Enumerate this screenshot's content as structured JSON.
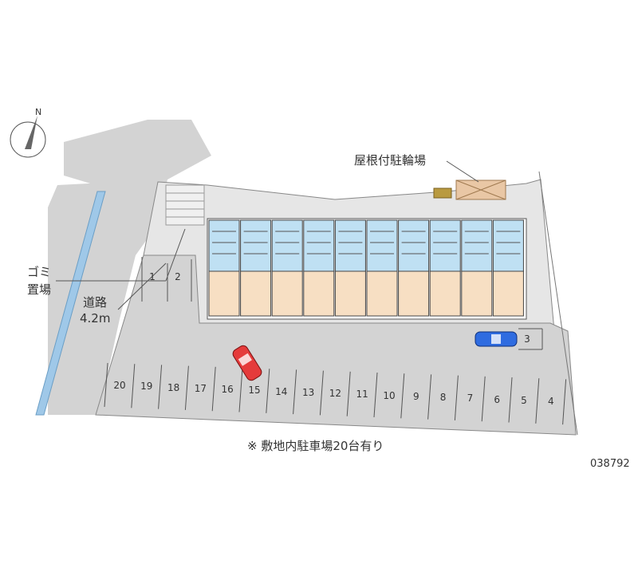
{
  "labels": {
    "bike_parking": "屋根付駐輪場",
    "garbage_line1": "ゴミ",
    "garbage_line2": "置場",
    "road_line1": "道路",
    "road_line2": "4.2m",
    "note": "※ 敷地内駐車場20台有り",
    "map_id": "038792",
    "compass": "N"
  },
  "spaces_bottom": [
    "20",
    "19",
    "18",
    "17",
    "16",
    "15",
    "14",
    "13",
    "12",
    "11",
    "10",
    "9",
    "8",
    "7",
    "6",
    "5",
    "4"
  ],
  "spaces_left": [
    "1",
    "2"
  ],
  "space_right": "3",
  "colors": {
    "road": "#d3d3d3",
    "lot": "#d3d3d3",
    "site": "#e6e6e6",
    "room_front": "#bfe0f3",
    "room_back": "#f7dfc3",
    "bike_roof": "#e9c7a5",
    "car_red": "#e53b3b",
    "car_blue": "#2f6ce0",
    "water": "#9fc8e8"
  }
}
